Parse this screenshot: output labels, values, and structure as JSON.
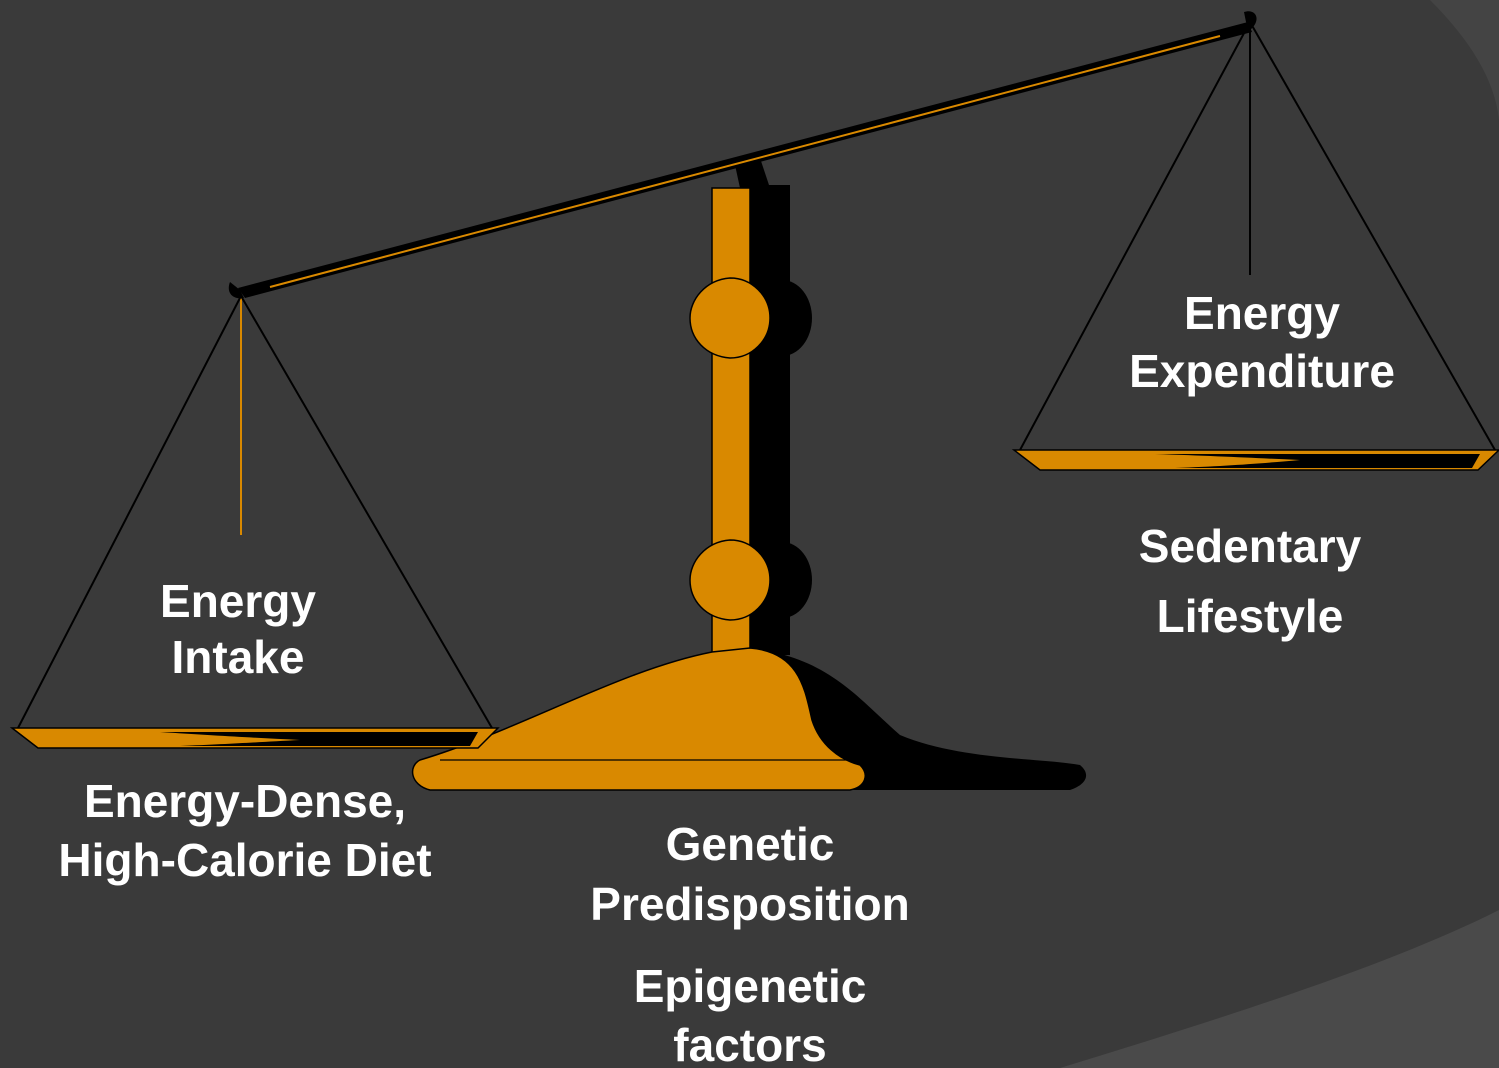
{
  "colors": {
    "background": "#3a3a3a",
    "scale_gold": "#d98900",
    "scale_shadow": "#000000",
    "text": "#ffffff"
  },
  "left_pan": {
    "title_line1": "Energy",
    "title_line2": "Intake",
    "factor_line1": "Energy-Dense,",
    "factor_line2": "High-Calorie Diet"
  },
  "right_pan": {
    "title_line1": "Energy",
    "title_line2": "Expenditure",
    "factor_line1": "Sedentary",
    "factor_line2": "Lifestyle"
  },
  "center": {
    "genetic_line1": "Genetic",
    "genetic_line2": "Predisposition",
    "epigenetic_line1": "Epigenetic",
    "epigenetic_line2": "factors"
  },
  "icons": [
    "balance-scale-icon"
  ]
}
